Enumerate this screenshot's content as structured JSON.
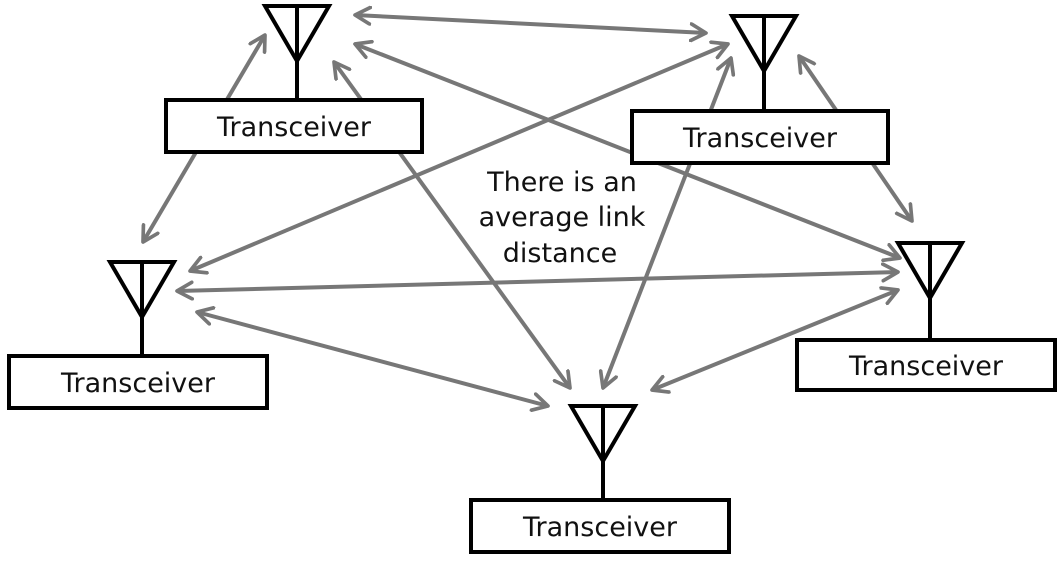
{
  "diagram": {
    "type": "network-topology",
    "link_color": "#777777",
    "node_color": "#000000",
    "nodes": [
      {
        "id": "top-left",
        "label": "Transceiver"
      },
      {
        "id": "top-right",
        "label": "Transceiver"
      },
      {
        "id": "middle-left",
        "label": "Transceiver"
      },
      {
        "id": "middle-right",
        "label": "Transceiver"
      },
      {
        "id": "bottom-center",
        "label": "Transceiver"
      }
    ],
    "links": [
      {
        "from": "top-left",
        "to": "top-right",
        "bidirectional": true
      },
      {
        "from": "top-left",
        "to": "middle-left",
        "bidirectional": true
      },
      {
        "from": "top-left",
        "to": "middle-right",
        "bidirectional": true
      },
      {
        "from": "top-left",
        "to": "bottom-center",
        "bidirectional": true
      },
      {
        "from": "top-right",
        "to": "middle-left",
        "bidirectional": true
      },
      {
        "from": "top-right",
        "to": "middle-right",
        "bidirectional": true
      },
      {
        "from": "top-right",
        "to": "bottom-center",
        "bidirectional": true
      },
      {
        "from": "middle-left",
        "to": "middle-right",
        "bidirectional": true
      },
      {
        "from": "middle-left",
        "to": "bottom-center",
        "bidirectional": true
      },
      {
        "from": "middle-right",
        "to": "bottom-center",
        "bidirectional": true
      }
    ],
    "annotation": {
      "lines": [
        "There is an",
        "average link",
        "distance"
      ]
    }
  }
}
